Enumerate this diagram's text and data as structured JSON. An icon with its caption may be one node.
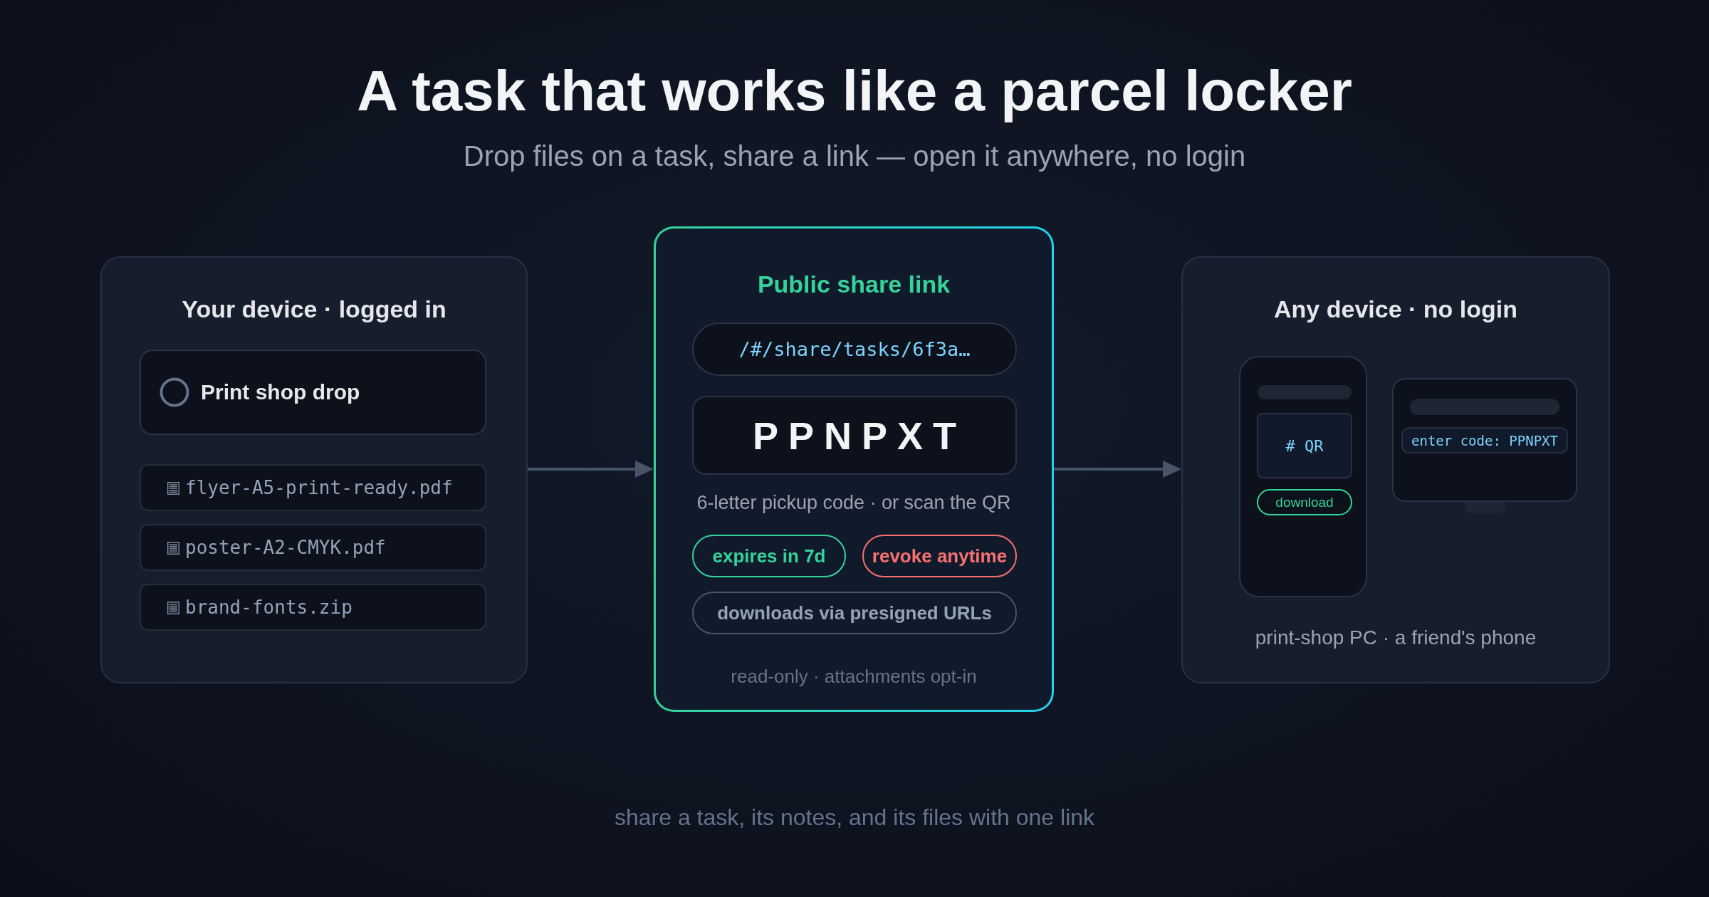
{
  "diagram": {
    "title": "A task that works like a parcel locker",
    "caption": "share a task, its notes, and its files with one link",
    "nodes": [
      {
        "text": [
          "Your device · logged in"
        ]
      },
      {
        "text": [
          "Print shop drop"
        ],
        "in": 0
      },
      {
        "text": [
          "flyer-A5-print-ready.pdf"
        ],
        "in": 0
      },
      {
        "text": [
          "poster-A2-CMYK.pdf"
        ],
        "in": 0
      },
      {
        "text": [
          "brand-fonts.zip"
        ],
        "in": 0
      },
      {
        "text": [
          "Public share link",
          "read-only · attachments opt-in"
        ]
      },
      {
        "text": [
          "/#/share/tasks/6f3a…"
        ],
        "in": 5
      },
      {
        "text": [
          "PPNPXT"
        ],
        "in": 5,
        "beside": [
          "6-letter pickup code · or scan the QR"
        ]
      },
      {
        "text": [
          "expires in 7d"
        ],
        "in": 5
      },
      {
        "text": [
          "revoke anytime"
        ],
        "in": 5
      },
      {
        "text": [
          "downloads via presigned URLs"
        ],
        "in": 5
      },
      {
        "text": [
          "Any device · no login",
          "print-shop PC · a friend's phone"
        ]
      },
      {
        "text": [],
        "shape": "phone",
        "in": 11
      },
      {
        "text": [],
        "shape": "bar",
        "in": 12
      },
      {
        "text": [
          "# QR"
        ],
        "in": 12
      },
      {
        "text": [
          "download"
        ],
        "in": 12
      },
      {
        "text": [],
        "shape": "monitor",
        "in": 11
      },
      {
        "text": [],
        "shape": "bar",
        "in": 16
      },
      {
        "text": [
          "enter code: PPNPXT"
        ],
        "in": 16
      }
    ],
    "edges": [
      {
        "from": 0,
        "to": 5,
        "arrow": "to"
      },
      {
        "from": 5,
        "to": 11,
        "arrow": "to"
      }
    ],
    "labels": [
      "Drop files on a task, share a link — open it anywhere, no login"
    ]
  }
}
